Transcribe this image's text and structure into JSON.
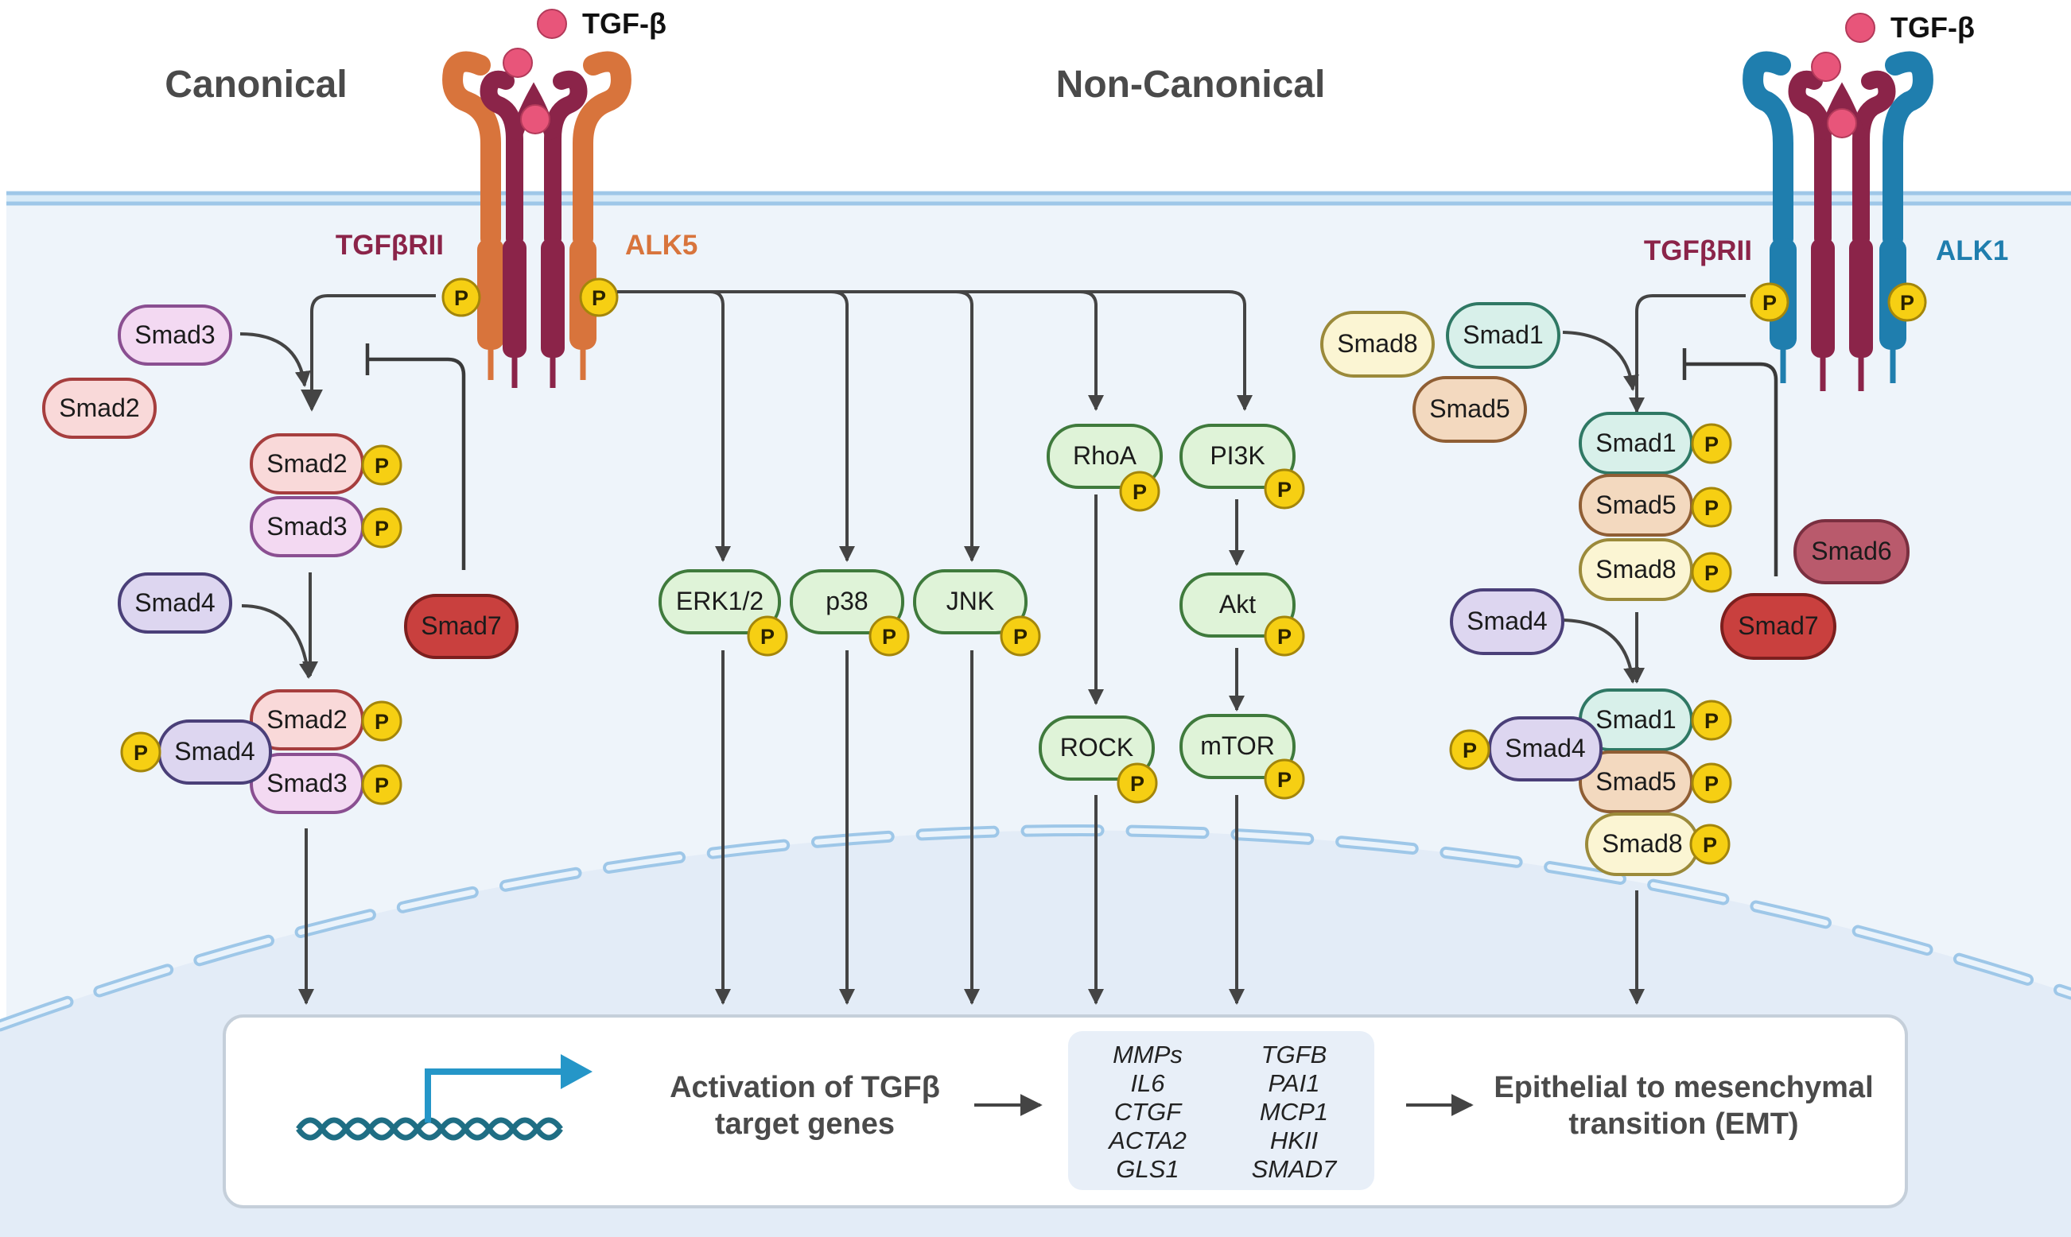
{
  "headings": {
    "canonical": "Canonical",
    "non_canonical": "Non-Canonical"
  },
  "ligands": {
    "left": "TGF-β",
    "right": "TGF-β"
  },
  "receptors": {
    "left_type2": "TGFβRII",
    "left_type1": "ALK5",
    "right_type2": "TGFβRII",
    "right_type1": "ALK1"
  },
  "phospho_label": "P",
  "canonical": {
    "smad3_free": "Smad3",
    "smad2_free": "Smad2",
    "smad2_p": "Smad2",
    "smad3_p": "Smad3",
    "smad4_free": "Smad4",
    "smad7": "Smad7",
    "complex_smad2": "Smad2",
    "complex_smad4": "Smad4",
    "complex_smad3": "Smad3"
  },
  "noncanonical": {
    "erk": "ERK1/2",
    "p38": "p38",
    "jnk": "JNK",
    "rhoa": "RhoA",
    "rock": "ROCK",
    "pi3k": "PI3K",
    "akt": "Akt",
    "mtor": "mTOR"
  },
  "right_pathway": {
    "smad8_free": "Smad8",
    "smad1_free": "Smad1",
    "smad5_free": "Smad5",
    "smad1_p": "Smad1",
    "smad5_p": "Smad5",
    "smad8_p": "Smad8",
    "smad6": "Smad6",
    "smad4_free": "Smad4",
    "smad7": "Smad7",
    "complex_smad1": "Smad1",
    "complex_smad4": "Smad4",
    "complex_smad5": "Smad5",
    "complex_smad8": "Smad8"
  },
  "nucleus_box": {
    "activation_line1": "Activation of TGFβ",
    "activation_line2": "target genes",
    "genes_left": [
      "MMPs",
      "IL6",
      "CTGF",
      "ACTA2",
      "GLS1"
    ],
    "genes_right": [
      "TGFB",
      "PAI1",
      "MCP1",
      "HKII",
      "SMAD7"
    ],
    "emt_line1": "Epithelial to mesenchymal",
    "emt_line2": "transition (EMT)"
  },
  "colors": {
    "tgfbrii": "#8b2449",
    "alk5": "#d8743c",
    "alk1": "#1f7eae",
    "ligand": "#e8557a",
    "phospho": "#f6cf13",
    "promoter_arrow": "#2596c8",
    "dna": "#1f6e84"
  }
}
